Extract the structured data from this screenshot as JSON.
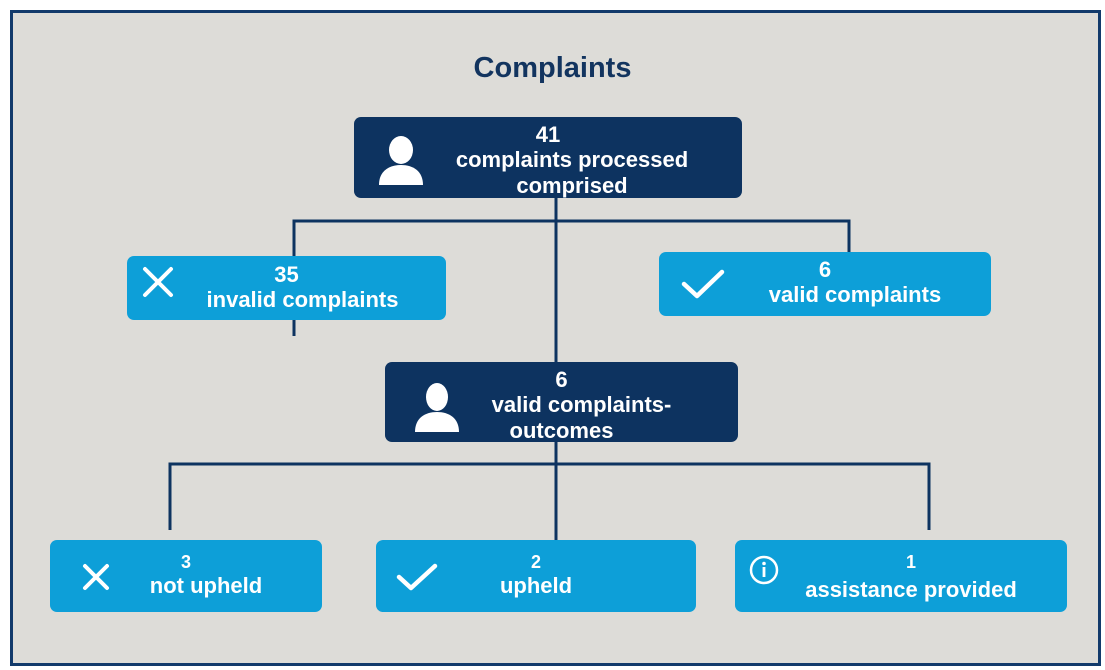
{
  "title": "Complaints",
  "colors": {
    "panel_bg": "#dddcd8",
    "dark_box": "#0d3360",
    "light_box": "#0d9fd8",
    "title": "#12345f",
    "border": "#123a6b"
  },
  "nodes": {
    "processed": {
      "count": "41",
      "label_line1": "complaints processed",
      "label_line2": "comprised",
      "icon": "person-icon"
    },
    "invalid": {
      "count": "35",
      "label": "invalid complaints",
      "icon": "cross-icon"
    },
    "valid": {
      "count": "6",
      "label": "valid complaints",
      "icon": "check-icon"
    },
    "outcomes": {
      "count": "6",
      "label_line1": "valid complaints-",
      "label_line2": "outcomes",
      "icon": "person-icon"
    },
    "not_upheld": {
      "count": "3",
      "label": "not upheld",
      "icon": "cross-icon"
    },
    "upheld": {
      "count": "2",
      "label": "upheld",
      "icon": "check-icon"
    },
    "assistance": {
      "count": "1",
      "label": "assistance provided",
      "icon": "info-icon"
    }
  }
}
